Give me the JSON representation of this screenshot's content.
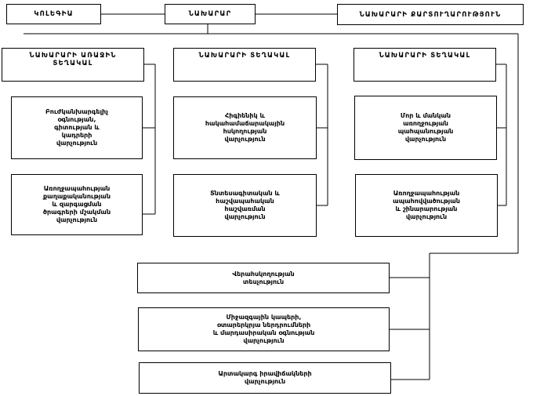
{
  "header": {
    "collegium": "ԿՈԼԵԳԻԱ",
    "minister": "ՆԱԽԱՐԱՐ",
    "staff": "ՆԱԽԱՐԱՐԻ ՔԱՐՏՈՒՂԱՐՈՒԹՅՈՒՆ"
  },
  "left_column": {
    "head": "ՆԱԽԱՐԱՐԻ ԱՌԱՋԻՆ\nՏԵՂԱԿԱԼ",
    "items": [
      "Բուժկանխարգելիչ\nօգնության,\nգիտության և\nկադրերի\nվարչություն",
      "Առողջապահության\nքաղաքականության\nև զարգացման\nծրագրերի մշակման\nվարչություն"
    ]
  },
  "middle_column": {
    "head": "ՆԱԽԱՐԱՐԻ ՏԵՂԱԿԱԼ",
    "items": [
      "Հիգիենիկ և\nհակահամաճարակային\nհսկողության\nվարչություն",
      "Տնտեսագիտական և\nհաշվապահական\nհաշվառման\nվարչություն"
    ]
  },
  "right_column": {
    "head": "ՆԱԽԱՐԱՐԻ ՏԵՂԱԿԱԼ",
    "items": [
      "Մոր և մանկան\nառողջության\nպահպանության\nվարչություն",
      "Առողջապահության\nապահովվածության\nև շինարարության\nվարչություն"
    ]
  },
  "bottom_units": [
    "Վերահսկողության\nտեսչություն",
    "Միջազգային կապերի,\nօտարերկրյա ներդրումների\nև մարդասիրական օգնության\nվարչություն",
    "Արտակարգ իրավիճակների\nվարչություն"
  ]
}
